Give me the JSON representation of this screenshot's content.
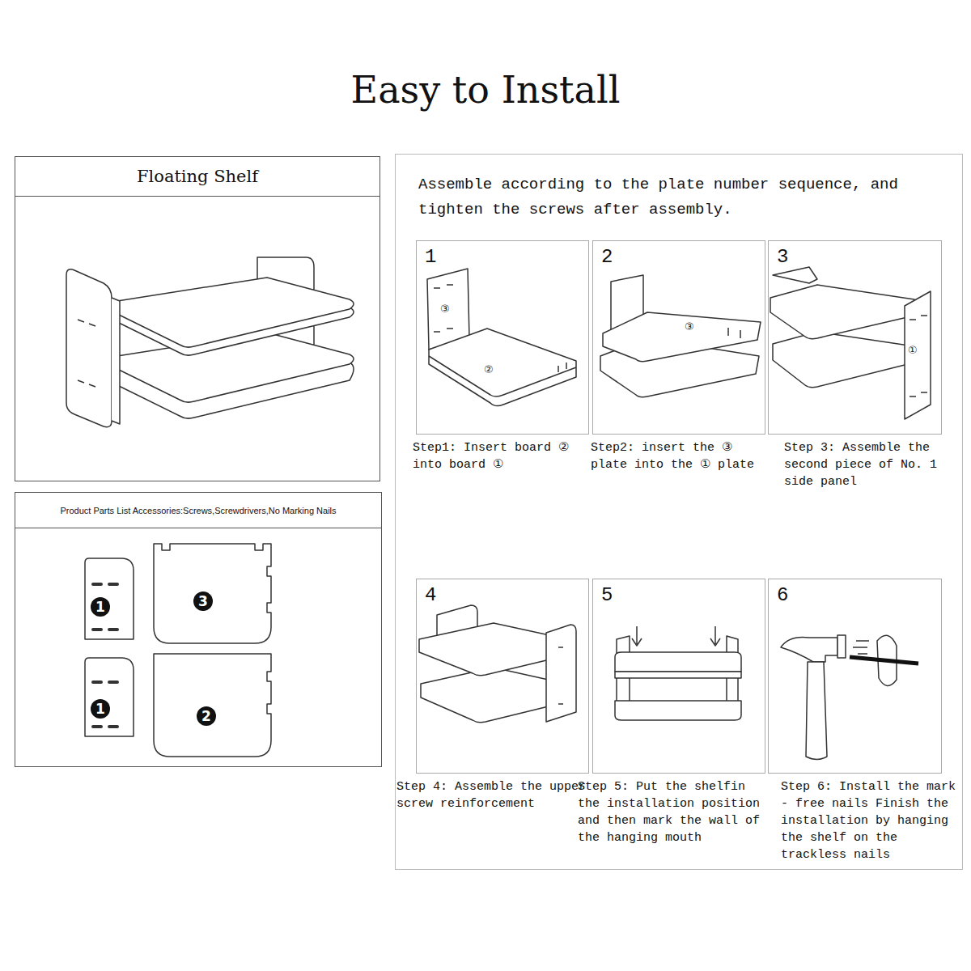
{
  "diagram": {
    "title": "Easy to Install",
    "nodes": [
      {
        "text": [
          "Floating Shelf"
        ]
      },
      {
        "text": [
          "Product Parts List Accessories:Screws,Screwdrivers,No Marking Nails"
        ]
      },
      {
        "text": [
          "Assemble according to the plate number sequence, and tighten the screws after assembly."
        ]
      },
      {
        "text": [
          "1",
          "Step1: Insert board ② into board ①"
        ],
        "in": 2
      },
      {
        "text": [
          "2",
          "Step2: insert the ③ plate into the ① plate"
        ],
        "in": 2
      },
      {
        "text": [
          "3",
          "Step 3: Assemble the second piece of No. 1 side panel"
        ],
        "in": 2
      },
      {
        "text": [
          "4",
          "Step 4: Assemble the upper screw reinforcement"
        ],
        "in": 2
      },
      {
        "text": [
          "5",
          "Step 5: Put the shelfin the installation position and then mark the wall of the hanging mouth"
        ],
        "in": 2
      },
      {
        "text": [
          "6",
          "Step 6: Install the mark - free nails Finish the installation by hanging the shelf on the trackless nails"
        ],
        "in": 2
      }
    ],
    "labels": [
      "1",
      "3",
      "1",
      "2",
      "③",
      "②",
      "③",
      "①"
    ]
  }
}
